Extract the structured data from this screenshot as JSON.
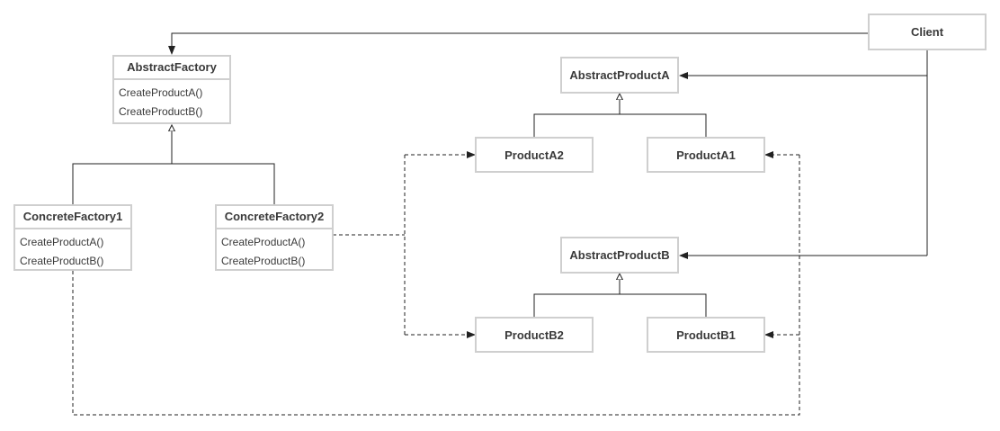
{
  "client": {
    "label": "Client"
  },
  "abstract_factory": {
    "name": "AbstractFactory",
    "operations": [
      "CreateProductA()",
      "CreateProductB()"
    ]
  },
  "concrete_factory_1": {
    "name": "ConcreteFactory1",
    "operations": [
      "CreateProductA()",
      "CreateProductB()"
    ]
  },
  "concrete_factory_2": {
    "name": "ConcreteFactory2",
    "operations": [
      "CreateProductA()",
      "CreateProductB()"
    ]
  },
  "abstract_product_a": {
    "label": "AbstractProductA"
  },
  "product_a2": {
    "label": "ProductA2"
  },
  "product_a1": {
    "label": "ProductA1"
  },
  "abstract_product_b": {
    "label": "AbstractProductB"
  },
  "product_b2": {
    "label": "ProductB2"
  },
  "product_b1": {
    "label": "ProductB1"
  },
  "colors": {
    "line": "#222222",
    "box_border": "#cfcfcf",
    "text": "#3a3a3a"
  }
}
